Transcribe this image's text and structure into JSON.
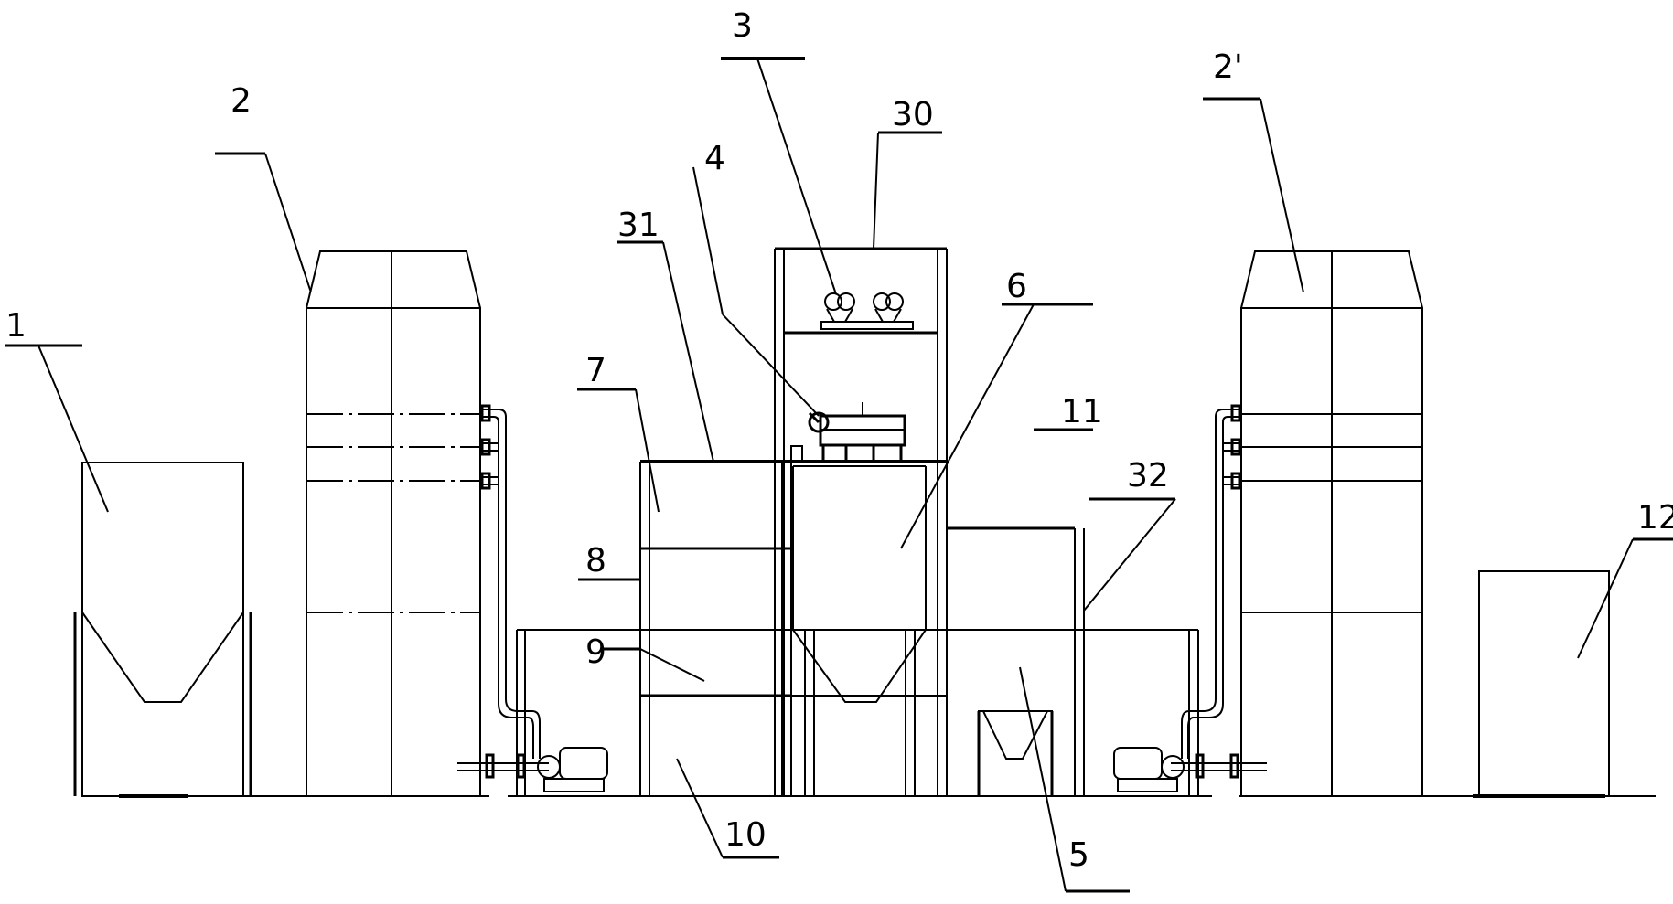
{
  "diagram": {
    "labels": {
      "l1": "1",
      "l2": "2",
      "l2p": "2'",
      "l3": "3",
      "l4": "4",
      "l5": "5",
      "l6": "6",
      "l7": "7",
      "l8": "8",
      "l9": "9",
      "l10": "10",
      "l11": "11",
      "l12": "12",
      "l30": "30",
      "l31": "31",
      "l32": "32"
    },
    "line_color": "#000000",
    "background": "#ffffff"
  }
}
